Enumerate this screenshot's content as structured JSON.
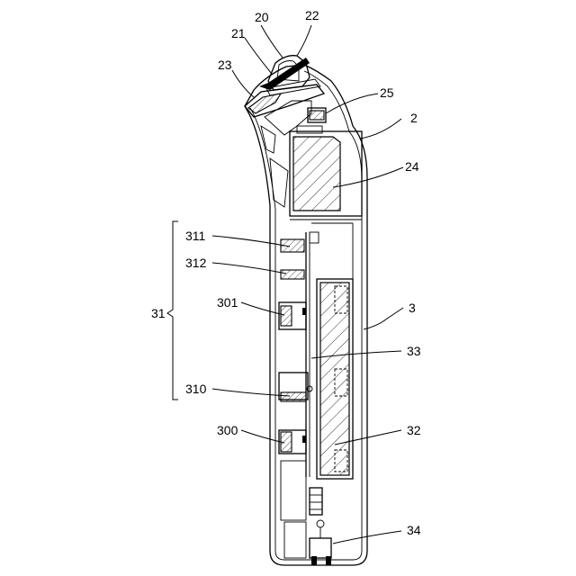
{
  "figure": {
    "labels": [
      {
        "id": "ref-20",
        "text": "20"
      },
      {
        "id": "ref-22",
        "text": "22"
      },
      {
        "id": "ref-21",
        "text": "21"
      },
      {
        "id": "ref-23",
        "text": "23"
      },
      {
        "id": "ref-25",
        "text": "25"
      },
      {
        "id": "ref-2",
        "text": "2"
      },
      {
        "id": "ref-24",
        "text": "24"
      },
      {
        "id": "ref-311",
        "text": "311"
      },
      {
        "id": "ref-312",
        "text": "312"
      },
      {
        "id": "ref-301",
        "text": "301"
      },
      {
        "id": "ref-31",
        "text": "31"
      },
      {
        "id": "ref-3",
        "text": "3"
      },
      {
        "id": "ref-33",
        "text": "33"
      },
      {
        "id": "ref-310",
        "text": "310"
      },
      {
        "id": "ref-32",
        "text": "32"
      },
      {
        "id": "ref-300",
        "text": "300"
      },
      {
        "id": "ref-34",
        "text": "34"
      }
    ]
  }
}
